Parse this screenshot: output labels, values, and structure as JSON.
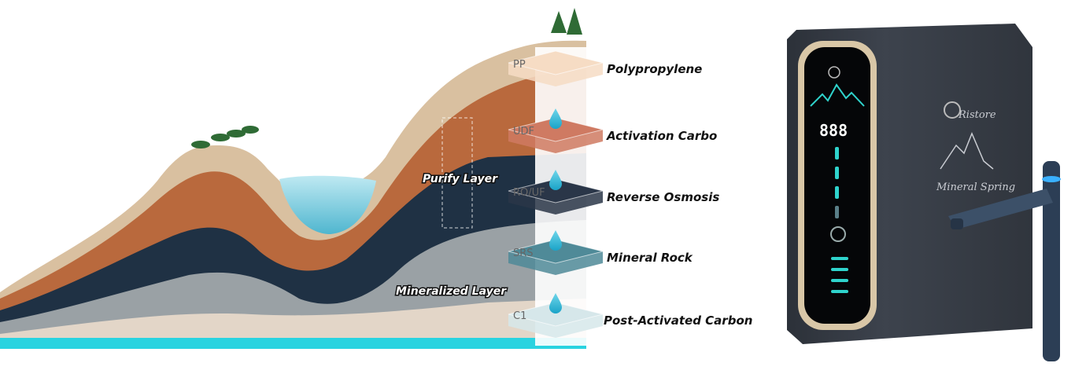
{
  "diagram": {
    "zones": {
      "purify": "Purify Layer",
      "mineralized": "Mineralized Layer"
    },
    "filters": [
      {
        "code": "PP",
        "label": "Polypropylene",
        "color": "#f6dcc4"
      },
      {
        "code": "UDF",
        "label": "Activation Carbo",
        "color": "#cf7a62"
      },
      {
        "code": "RO/UF",
        "label": "Reverse Osmosis",
        "color": "#2a3648"
      },
      {
        "code": "SRS",
        "label": "Mineral Rock",
        "color": "#4f8a98"
      },
      {
        "code": "C1",
        "label": "Post-Activated Carbon",
        "color": "#d6e7ea"
      }
    ]
  },
  "product": {
    "brand": "Ristore",
    "model_text": "Mineral Spring",
    "display_value": "888",
    "body_color": "#3b414b",
    "accent_color": "#2fd3cc"
  }
}
